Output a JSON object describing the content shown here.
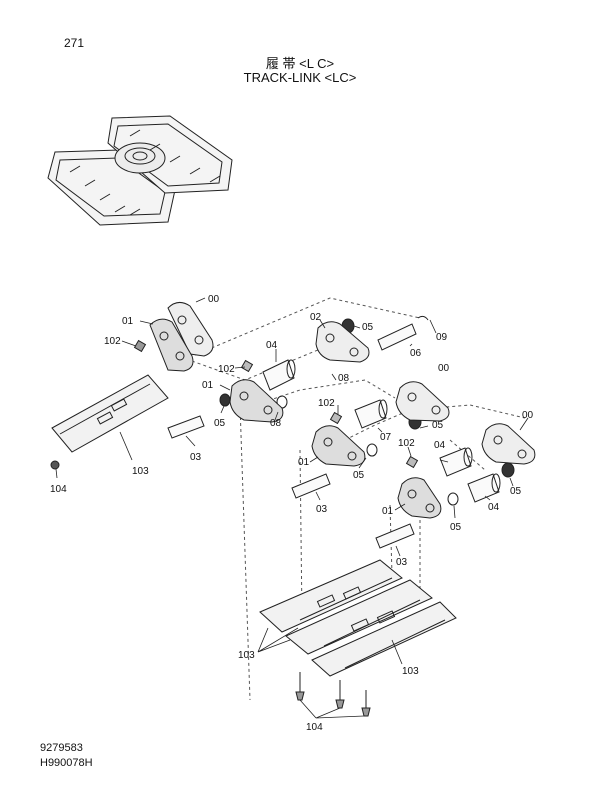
{
  "page_number": "271",
  "title_jp": "履 帯 <L C>",
  "title_en": "TRACK-LINK <LC>",
  "doc_code_1": "9279583",
  "doc_code_2": "H990078H",
  "part_labels": {
    "a_00": "00",
    "a_01": "01",
    "a_102": "102",
    "a_104": "104",
    "a_103": "103",
    "a_05": "05",
    "a_03": "03",
    "b_02": "02",
    "b_05": "05",
    "b_09": "09",
    "b_04": "04",
    "b_06": "06",
    "b_08": "08",
    "b_102": "102",
    "b_01": "01",
    "b_05b": "05",
    "b_08b": "08",
    "c_102": "102",
    "c_07": "07",
    "c_01": "01",
    "c_05": "05",
    "c_03": "03",
    "d_00": "00",
    "d_05": "05",
    "e_00": "00",
    "e_102": "102",
    "e_04": "04",
    "e_05": "05",
    "e_01": "01",
    "e_05b": "05",
    "e_04b": "04",
    "e_03": "03",
    "f_103": "103",
    "f_103b": "103",
    "f_104": "104"
  }
}
